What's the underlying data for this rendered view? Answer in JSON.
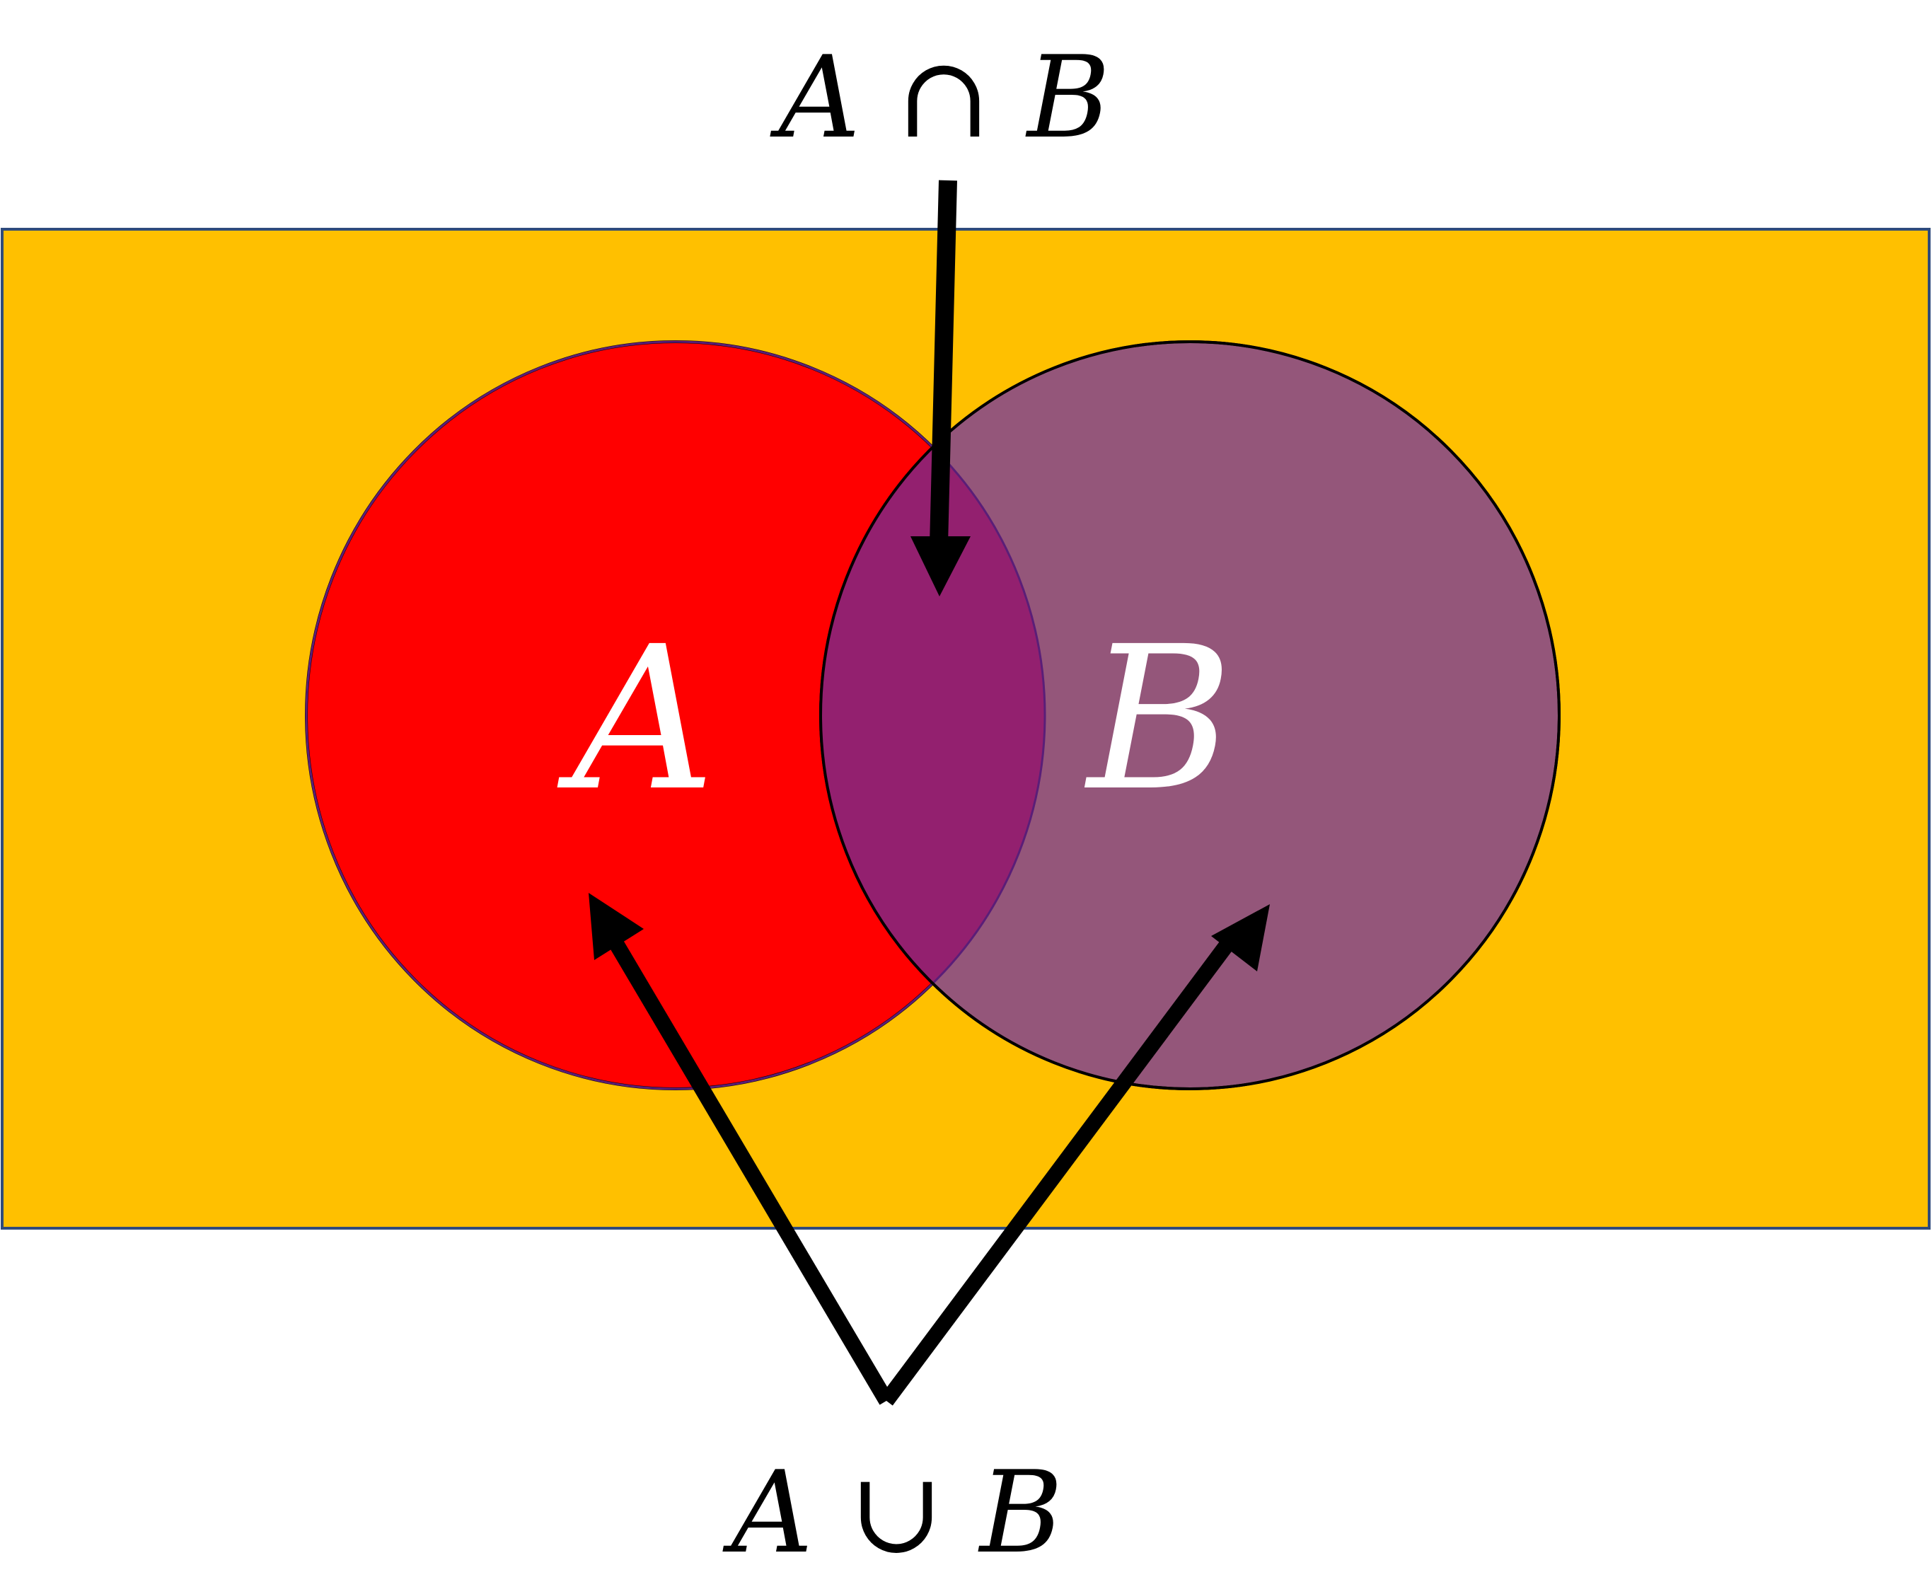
{
  "diagram": {
    "labels": {
      "intersection": "A ∩ B",
      "union": "A ∪ B",
      "set_a": "A",
      "set_b": "B"
    },
    "colors": {
      "universe": "#FFC000",
      "universe_border": "#2F4B7C",
      "set_a": "#FF0000",
      "set_b": "#94567A",
      "intersection": "#93206F",
      "arrows": "#000000",
      "set_label_text": "#FFFFFF",
      "label_text": "#000000"
    }
  }
}
